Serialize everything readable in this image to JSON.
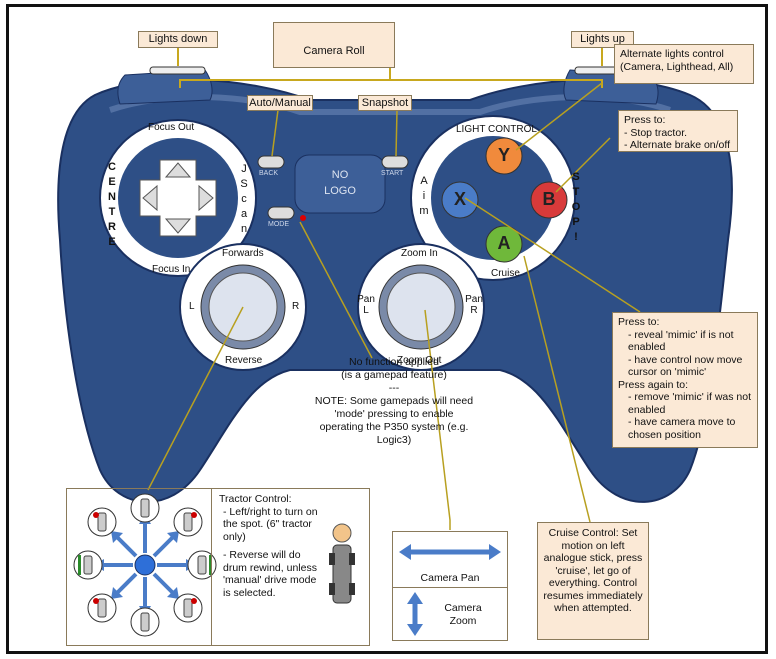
{
  "labels": {
    "lights_down": "Lights down",
    "camera_roll": "Camera Roll",
    "lights_up": "Lights up",
    "auto_manual": "Auto/Manual",
    "snapshot": "Snapshot",
    "focus_out": "Focus Out",
    "focus_in": "Focus In",
    "centre": "CENTRE",
    "jscan": "JScan",
    "back": "BACK",
    "start": "START",
    "mode": "MODE",
    "no_logo": "NO LOGO",
    "light_control": "LIGHT CONTROL",
    "aim": "Aim",
    "stop": "STOP!",
    "cruise": "Cruise",
    "forwards": "Forwards",
    "reverse": "Reverse",
    "left": "L",
    "right": "R",
    "zoom_in": "Zoom In",
    "zoom_out": "Zoom Out",
    "pan_l": "Pan L",
    "pan_r": "Pan R"
  },
  "face_buttons": {
    "y": "Y",
    "x": "X",
    "b": "B",
    "a": "A"
  },
  "colors": {
    "pad_blue": "#2e4f86",
    "pad_light": "#6a87b8",
    "y": "#f08a3c",
    "x": "#4a7cc8",
    "b": "#d83a3a",
    "a": "#6fb83a",
    "box_fill": "#fbe9d6",
    "leader": "#b8a020"
  },
  "callouts": {
    "alt_lights": "Alternate lights control (Camera, Lighthead, All)",
    "press_b_title": "Press to:",
    "press_b_items": [
      "- Stop tractor.",
      "- Alternate brake on/off"
    ],
    "press_x_title": "Press to:",
    "press_x_items": [
      "- reveal 'mimic' if is not enabled",
      "- have control now move cursor on 'mimic'"
    ],
    "press_x_title2": "Press again to:",
    "press_x_items2": [
      "- remove 'mimic' if was not enabled",
      "- have camera move to chosen position"
    ],
    "mode_note1": "No function applied",
    "mode_note2": "(is a gamepad feature)",
    "mode_note3": "---",
    "mode_note4": "NOTE: Some gamepads will need 'mode' pressing to enable operating the P350 system (e.g. Logic3)",
    "tractor_title": "Tractor Control:",
    "tractor_item1": "- Left/right to turn on the spot. (6\" tractor only)",
    "tractor_item2": "- Reverse will do drum rewind, unless 'manual' drive mode is selected.",
    "camera_pan": "Camera Pan",
    "camera_zoom": "Camera Zoom",
    "cruise_control": "Cruise Control: Set motion on left analogue stick, press 'cruise', let go of everything. Control resumes immediately when attempted."
  }
}
